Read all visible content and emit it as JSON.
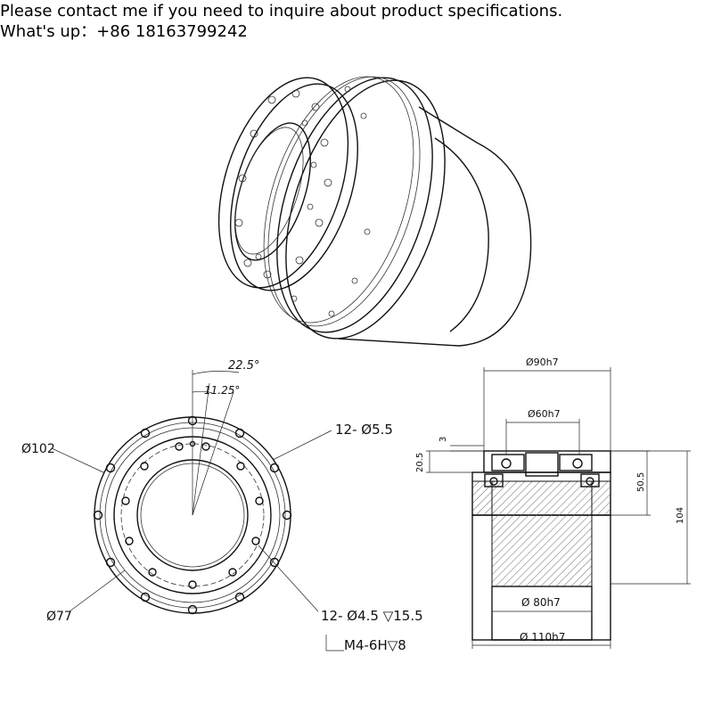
{
  "header": {
    "line1": "Please contact me if you need to inquire about product specifications.",
    "line2": "What's up：+86 18163799242"
  },
  "front_view": {
    "angle_outer": "22.5°",
    "angle_inner": "11.25°",
    "dia_outer": "Ø102",
    "dia_inner": "Ø77",
    "holes_outer": "12- Ø5.5",
    "holes_inner": "12- Ø4.5 ▽15.5",
    "thread": "M4-6H▽8"
  },
  "section_view": {
    "d90": "Ø90h7",
    "d60": "Ø60h7",
    "d80": "Ø 80h7",
    "d110": "Ø 110h7",
    "dim3": "3",
    "dim20_5": "20.5",
    "dim50_5": "50.5",
    "dim104": "104"
  }
}
